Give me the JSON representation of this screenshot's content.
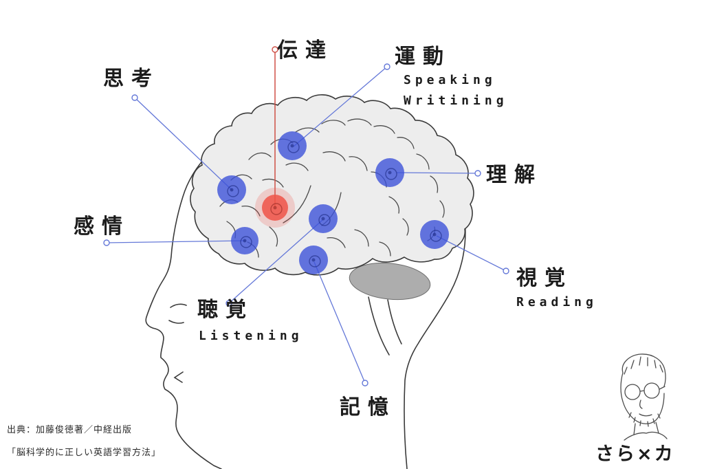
{
  "regions": [
    {
      "id": "transmission",
      "label": "伝達"
    },
    {
      "id": "thinking",
      "label": "思考"
    },
    {
      "id": "movement",
      "label": "運動",
      "sub": [
        "Speaking",
        "Writining"
      ]
    },
    {
      "id": "understanding",
      "label": "理解"
    },
    {
      "id": "emotion",
      "label": "感情"
    },
    {
      "id": "hearing",
      "label": "聴覚",
      "sub": [
        "Listening"
      ]
    },
    {
      "id": "vision",
      "label": "視覚",
      "sub": [
        "Reading"
      ]
    },
    {
      "id": "memory",
      "label": "記憶"
    }
  ],
  "source": {
    "line1": "出典：加藤俊徳著／中経出版",
    "line2": "「脳科学的に正しい英語学習方法」"
  },
  "logo": "さら×カ",
  "colors": {
    "marker_blue": "#3d52d8",
    "marker_red": "#ef5348",
    "line_blue": "#6478d8",
    "line_red": "#cf4f45",
    "brain_fill": "#ededed",
    "cerebellum_gray": "#adadad"
  }
}
